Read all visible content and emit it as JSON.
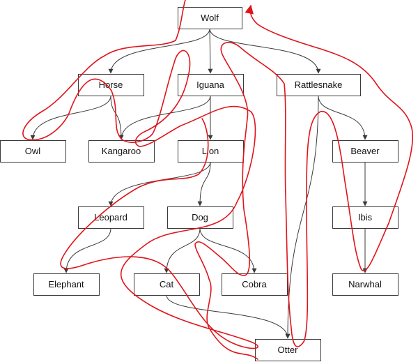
{
  "nodes": [
    {
      "id": "wolf",
      "label": "Wolf"
    },
    {
      "id": "horse",
      "label": "Horse"
    },
    {
      "id": "iguana",
      "label": "Iguana"
    },
    {
      "id": "rattlesnake",
      "label": "Rattlesnake"
    },
    {
      "id": "owl",
      "label": "Owl"
    },
    {
      "id": "kangaroo",
      "label": "Kangaroo"
    },
    {
      "id": "lion",
      "label": "Lion"
    },
    {
      "id": "beaver",
      "label": "Beaver"
    },
    {
      "id": "leopard",
      "label": "Leopard"
    },
    {
      "id": "dog",
      "label": "Dog"
    },
    {
      "id": "ibis",
      "label": "Ibis"
    },
    {
      "id": "elephant",
      "label": "Elephant"
    },
    {
      "id": "cat",
      "label": "Cat"
    },
    {
      "id": "cobra",
      "label": "Cobra"
    },
    {
      "id": "narwhal",
      "label": "Narwhal"
    },
    {
      "id": "otter",
      "label": "Otter"
    }
  ],
  "edges": [
    {
      "from": "wolf",
      "to": "horse"
    },
    {
      "from": "wolf",
      "to": "iguana"
    },
    {
      "from": "wolf",
      "to": "rattlesnake"
    },
    {
      "from": "horse",
      "to": "owl"
    },
    {
      "from": "horse",
      "to": "kangaroo"
    },
    {
      "from": "iguana",
      "to": "kangaroo"
    },
    {
      "from": "iguana",
      "to": "lion"
    },
    {
      "from": "rattlesnake",
      "to": "beaver"
    },
    {
      "from": "rattlesnake",
      "to": "otter"
    },
    {
      "from": "lion",
      "to": "leopard"
    },
    {
      "from": "lion",
      "to": "dog"
    },
    {
      "from": "leopard",
      "to": "elephant"
    },
    {
      "from": "dog",
      "to": "cat"
    },
    {
      "from": "dog",
      "to": "cobra"
    },
    {
      "from": "beaver",
      "to": "ibis"
    },
    {
      "from": "ibis",
      "to": "narwhal"
    },
    {
      "from": "cat",
      "to": "otter"
    }
  ],
  "colors": {
    "node_border": "#3a3a3a",
    "edge": "#3a3a3a",
    "trace": "#e0141b"
  }
}
